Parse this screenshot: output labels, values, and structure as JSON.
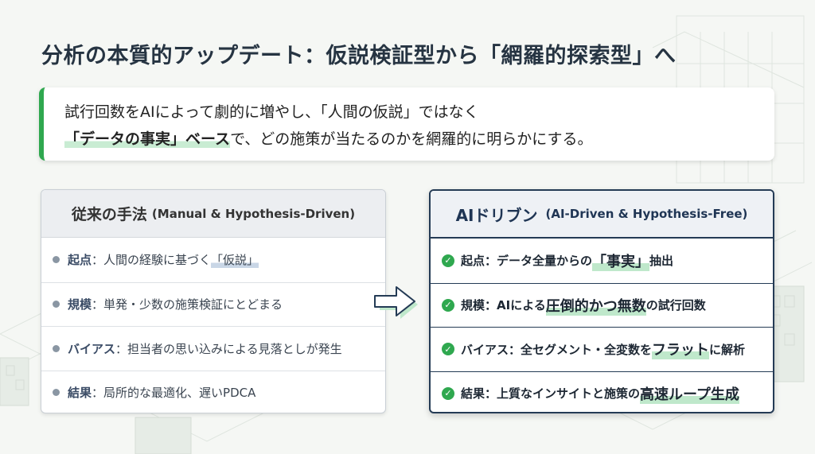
{
  "title": "分析の本質的アップデート：仮説検証型から「網羅的探索型」へ",
  "callout": {
    "line1": "試行回数をAIによって劇的に増やし、「人間の仮説」ではなく",
    "line2_strong": "「データの事実」ベース",
    "line2_rest": "で、どの施策が当たるのかを網羅的に明らかにする。"
  },
  "left_panel": {
    "title": "従来の手法",
    "subtitle": "(Manual & Hypothesis-Driven)",
    "rows": [
      {
        "key": "起点",
        "sep": "：",
        "text": "人間の経験に基づく",
        "highlight": "「仮説」"
      },
      {
        "key": "規模",
        "sep": "：",
        "text": "単発・少数の施策検証にとどまる",
        "highlight": ""
      },
      {
        "key": "バイアス",
        "sep": "：",
        "text": "担当者の思い込みによる見落としが発生",
        "highlight": ""
      },
      {
        "key": "結果",
        "sep": "：",
        "text": "局所的な最適化、遅いPDCA",
        "highlight": ""
      }
    ]
  },
  "right_panel": {
    "title": "AIドリブン",
    "subtitle": "(AI-Driven & Hypothesis-Free)",
    "rows": [
      {
        "pre": "起点：データ全量からの",
        "highlight": "「事実」",
        "post": "抽出"
      },
      {
        "pre": "規模：AIによる",
        "highlight": "圧倒的かつ無数",
        "post": "の試行回数"
      },
      {
        "pre": "バイアス：全セグメント・全変数を",
        "highlight": "フラット",
        "post": "に解析"
      },
      {
        "pre": "結果：上質なインサイトと施策の",
        "highlight": "高速ループ生成",
        "post": ""
      }
    ]
  },
  "colors": {
    "accent_green": "#2fa84f",
    "navy": "#243b55",
    "highlight_green": "#bfe8cb"
  },
  "icons": {
    "left_bullet": "dot-icon",
    "right_bullet": "check-circle-icon",
    "center": "arrow-right-icon"
  }
}
